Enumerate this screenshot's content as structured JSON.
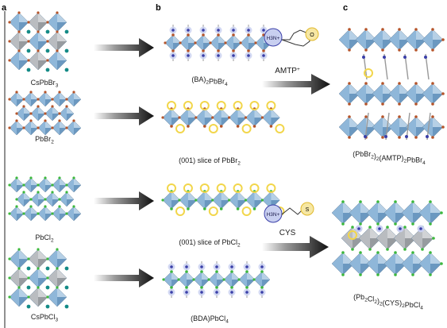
{
  "panels": {
    "a": "a",
    "b": "b",
    "c": "c"
  },
  "left_structures": [
    {
      "base": "CsPbBr",
      "sub": "3"
    },
    {
      "base": "PbBr",
      "sub": "2"
    },
    {
      "base": "PbCl",
      "sub": "2"
    },
    {
      "base": "CsPbCl",
      "sub": "3"
    }
  ],
  "middle_structures": [
    {
      "parts": [
        [
          "(BA)",
          ""
        ],
        [
          "2",
          "sub"
        ],
        [
          "PbBr",
          ""
        ],
        [
          "4",
          "sub"
        ]
      ]
    },
    {
      "parts": [
        [
          "(001) slice of PbBr",
          ""
        ],
        [
          "2",
          "sub"
        ]
      ]
    },
    {
      "parts": [
        [
          "(001) slice of PbCl",
          ""
        ],
        [
          "2",
          "sub"
        ]
      ]
    },
    {
      "parts": [
        [
          "(BDA)PbCl",
          ""
        ],
        [
          "4",
          "sub"
        ]
      ]
    }
  ],
  "reagents": [
    {
      "parts": [
        [
          "AMTP",
          ""
        ],
        [
          "+",
          "sup"
        ]
      ],
      "ammonium": "H3N+",
      "heteroatom": "O"
    },
    {
      "parts": [
        [
          "CYS",
          ""
        ]
      ],
      "ammonium": "H3N+",
      "heteroatom": "S"
    }
  ],
  "products": [
    {
      "parts": [
        [
          "(PbBr",
          ""
        ],
        [
          "2",
          "sub"
        ],
        [
          ")",
          ""
        ],
        [
          "2",
          "sub"
        ],
        [
          "(AMTP)",
          ""
        ],
        [
          "2",
          "sub"
        ],
        [
          "PbBr",
          ""
        ],
        [
          "4",
          "sub"
        ]
      ]
    },
    {
      "parts": [
        [
          "(Pb",
          ""
        ],
        [
          "2",
          "sub"
        ],
        [
          "Cl",
          ""
        ],
        [
          "2",
          "sub"
        ],
        [
          ")",
          ""
        ],
        [
          "2",
          "sub"
        ],
        [
          "(CYS)",
          ""
        ],
        [
          "2",
          "sub"
        ],
        [
          "PbCl",
          ""
        ],
        [
          "4",
          "sub"
        ]
      ]
    }
  ],
  "colors": {
    "octahedron_blue": "#8fb7d9",
    "octahedron_blue_dark": "#4f7fab",
    "octahedron_gray": "#b9bcc0",
    "bromide": "#b5542a",
    "chloride": "#3cb83c",
    "cesium": "#138a86",
    "highlight": "#f2d64b",
    "nitrogen": "#3a3fa8",
    "arrow": "#111111"
  }
}
